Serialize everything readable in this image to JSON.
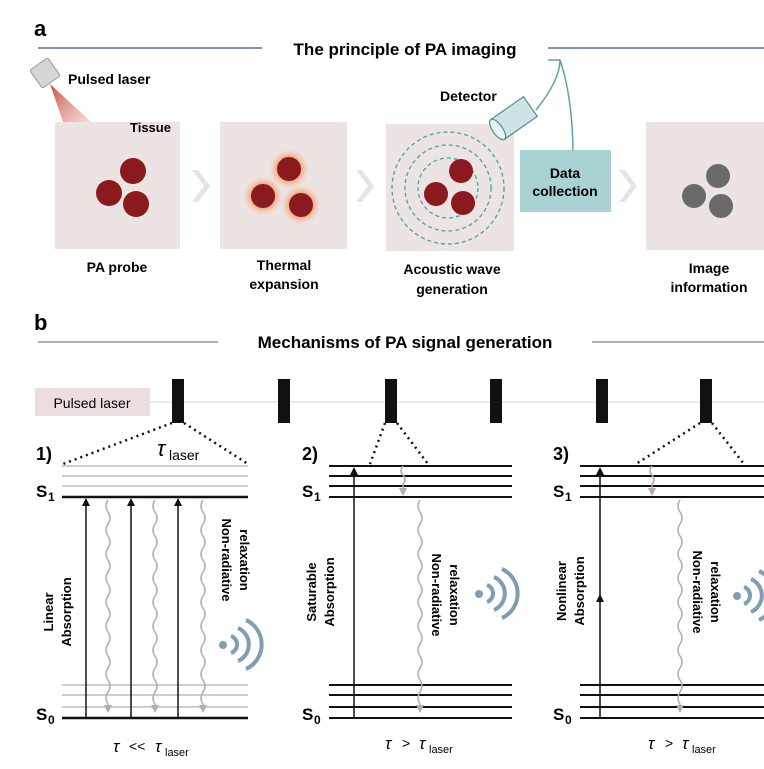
{
  "panel_a": {
    "letter": "a",
    "title": "The principle of PA imaging",
    "laser_label": "Pulsed laser",
    "tissue_label": "Tissue",
    "detector_label": "Detector",
    "data_collection_line1": "Data",
    "data_collection_line2": "collection",
    "steps": [
      {
        "line1": "PA probe",
        "line2": ""
      },
      {
        "line1": "Thermal",
        "line2": "expansion"
      },
      {
        "line1": "Acoustic wave",
        "line2": "generation"
      },
      {
        "line1": "Image",
        "line2": "information"
      }
    ]
  },
  "panel_b": {
    "letter": "b",
    "title": "Mechanisms of PA signal generation",
    "pulsed_laser_label": "Pulsed laser",
    "tau_laser_symbol": "τ",
    "tau_laser_sub": "laser",
    "s1_main": "S",
    "s1_sub": "1",
    "s0_main": "S",
    "s0_sub": "0",
    "cases": [
      {
        "label": "1)",
        "absorption_line1": "Linear",
        "absorption_line2": "Absorption",
        "relax_line1": "Non-radiative",
        "relax_line2": "relaxation",
        "cond_tau": "τ",
        "cond_op": "<<",
        "cond_tau2": "τ",
        "cond_sub": "laser"
      },
      {
        "label": "2)",
        "absorption_line1": "Saturable",
        "absorption_line2": "Absorption",
        "relax_line1": "Non-radiative",
        "relax_line2": "relaxation",
        "cond_tau": "τ",
        "cond_op": ">",
        "cond_tau2": "τ",
        "cond_sub": "laser"
      },
      {
        "label": "3)",
        "absorption_line1": "Nonlinear",
        "absorption_line2": "Absorption",
        "relax_line1": "Non-radiative",
        "relax_line2": "relaxation",
        "cond_tau": "τ",
        "cond_op": ">",
        "cond_tau2": "τ",
        "cond_sub": "laser"
      }
    ]
  },
  "colors": {
    "title_line": "#7f93b8",
    "tissue_box": "#ece3e3",
    "probe": "#8b1a1f",
    "image_probe": "#6a6a6a",
    "acoustic_dash": "#4aa3a0",
    "data_box": "#a9d3d2",
    "detector": "#cfe3e4",
    "chevron": "#e4e4e4",
    "laser_box": "#ecdede",
    "wave": "#b9a8ad",
    "sound": "#7d9fb1"
  }
}
